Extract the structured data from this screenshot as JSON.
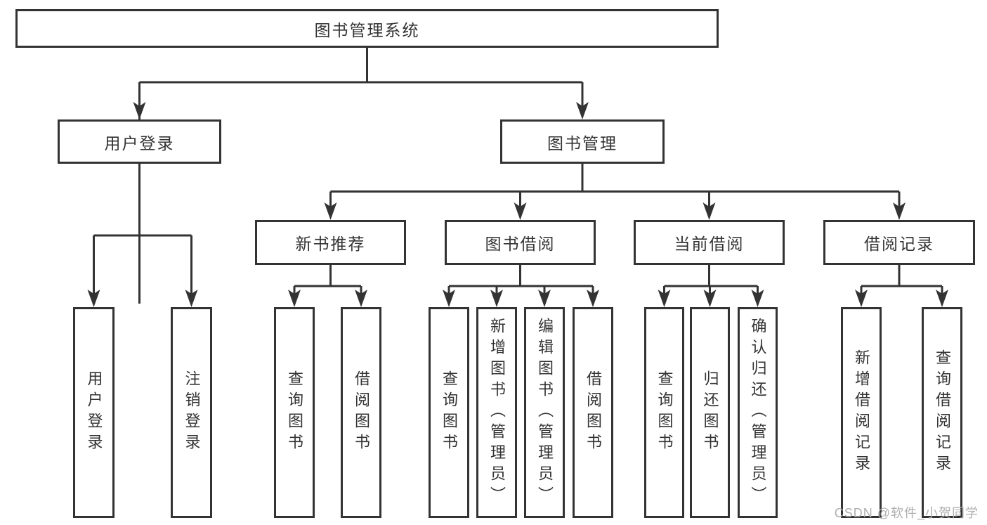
{
  "diagram_type": "tree-structure-chart",
  "watermark": "CSDN @软件_小贺同学",
  "colors": {
    "line": "#333333",
    "box_border": "#333333",
    "box_background": "#ffffff",
    "text": "#333333",
    "watermark": "#afafaf"
  },
  "nodes": {
    "root": {
      "label": "图书管理系统"
    },
    "user_login": {
      "label": "用户登录"
    },
    "book_mgmt": {
      "label": "图书管理"
    },
    "new_book_rec": {
      "label": "新书推荐"
    },
    "book_borrow": {
      "label": "图书借阅"
    },
    "current_borrow": {
      "label": "当前借阅"
    },
    "borrow_record": {
      "label": "借阅记录"
    },
    "leaf_user_login": {
      "label": "用户登录"
    },
    "leaf_logout": {
      "label": "注销登录"
    },
    "leaf_newbook_query": {
      "label": "查询图书"
    },
    "leaf_newbook_borrow": {
      "label": "借阅图书"
    },
    "leaf_borrow_query": {
      "label": "查询图书"
    },
    "leaf_borrow_add": {
      "label": "新增图书（管理员）"
    },
    "leaf_borrow_edit": {
      "label": "编辑图书（管理员）"
    },
    "leaf_borrow_lend": {
      "label": "借阅图书"
    },
    "leaf_current_query": {
      "label": "查询图书"
    },
    "leaf_current_return": {
      "label": "归还图书"
    },
    "leaf_current_confirm": {
      "label": "确认归还（管理员）"
    },
    "leaf_record_add": {
      "label": "新增借阅记录"
    },
    "leaf_record_query": {
      "label": "查询借阅记录"
    }
  },
  "structure": {
    "图书管理系统": {
      "用户登录": [
        "用户登录",
        "注销登录"
      ],
      "图书管理": {
        "新书推荐": [
          "查询图书",
          "借阅图书"
        ],
        "图书借阅": [
          "查询图书",
          "新增图书（管理员）",
          "编辑图书（管理员）",
          "借阅图书"
        ],
        "当前借阅": [
          "查询图书",
          "归还图书",
          "确认归还（管理员）"
        ],
        "借阅记录": [
          "新增借阅记录",
          "查询借阅记录"
        ]
      }
    }
  }
}
